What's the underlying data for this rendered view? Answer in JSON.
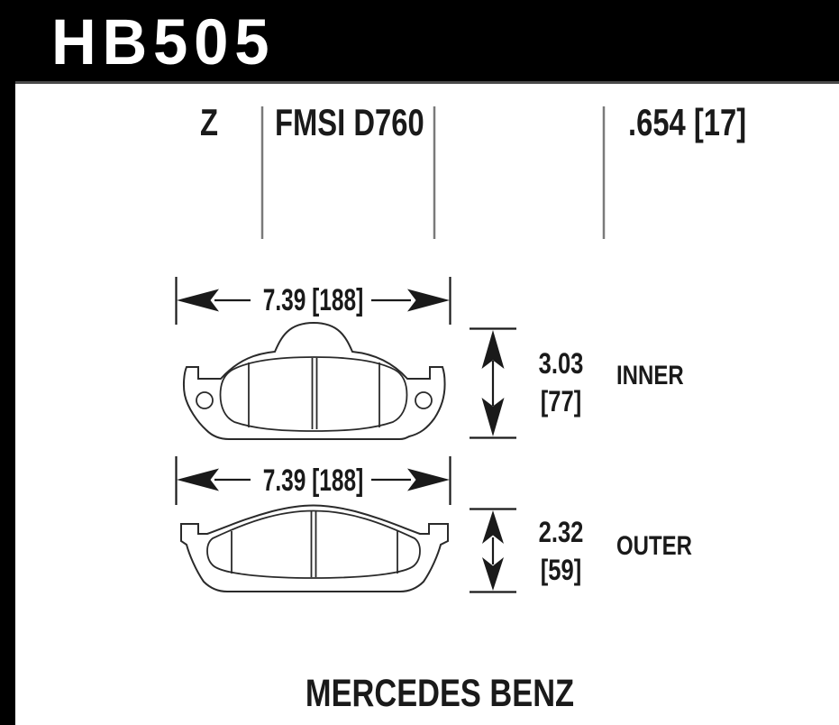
{
  "header": {
    "part_number": "HB505",
    "bg_color": "#000000",
    "text_color": "#ffffff"
  },
  "spec_row": {
    "compound_code": "Z",
    "fmsi_number": "FMSI D760",
    "pad_thickness": ".654 [17]"
  },
  "diagrams": {
    "inner_pad": {
      "width_dimension": "7.39 [188]",
      "height_dimension_in": "3.03",
      "height_dimension_mm": "[77]",
      "position_label": "INNER"
    },
    "outer_pad": {
      "width_dimension": "7.39 [188]",
      "height_dimension_in": "2.32",
      "height_dimension_mm": "[59]",
      "position_label": "OUTER"
    }
  },
  "footer": {
    "vehicle_name": "MERCEDES BENZ"
  },
  "colors": {
    "ink": "#1a1a1a",
    "separator_gray": "#7a7a7a"
  }
}
